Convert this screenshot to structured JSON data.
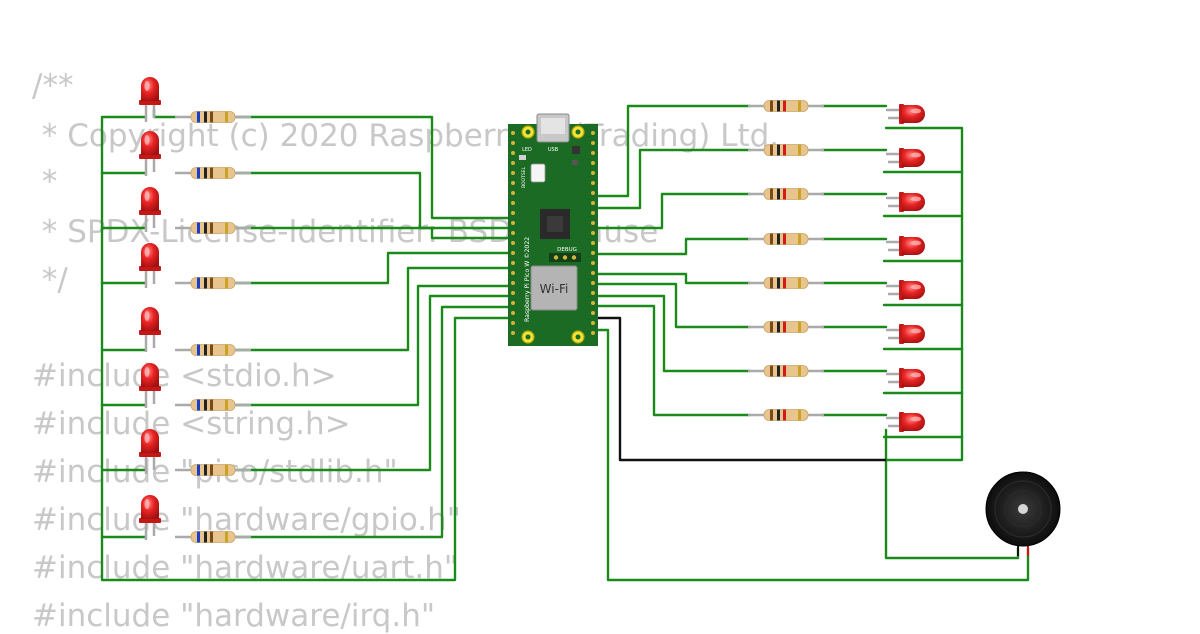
{
  "code_lines": [
    "/**",
    " * Copyright (c) 2020 Raspberry Pi (Trading) Ltd.",
    " *",
    " * SPDX-License-Identifier: BSD-3-Clause",
    " */",
    "#include <stdio.h>",
    "#include <string.h>",
    "#include \"pico/stdlib.h\"",
    "#include \"hardware/gpio.h\"",
    "#include \"hardware/uart.h\"",
    "#include \"hardware/irq.h\""
  ],
  "board": {
    "label": "Raspberry Pi Pico W ©2022",
    "wifi_label": "Wi-Fi",
    "debug_label": "DEBUG",
    "bootsel_label": "BOOTSEL",
    "led_label": "LED",
    "usb_label": "USB"
  },
  "colors": {
    "wire": "#1a8a1a",
    "board": "#1c6b24",
    "led": "#e02020",
    "gnd_wire": "#111111"
  }
}
